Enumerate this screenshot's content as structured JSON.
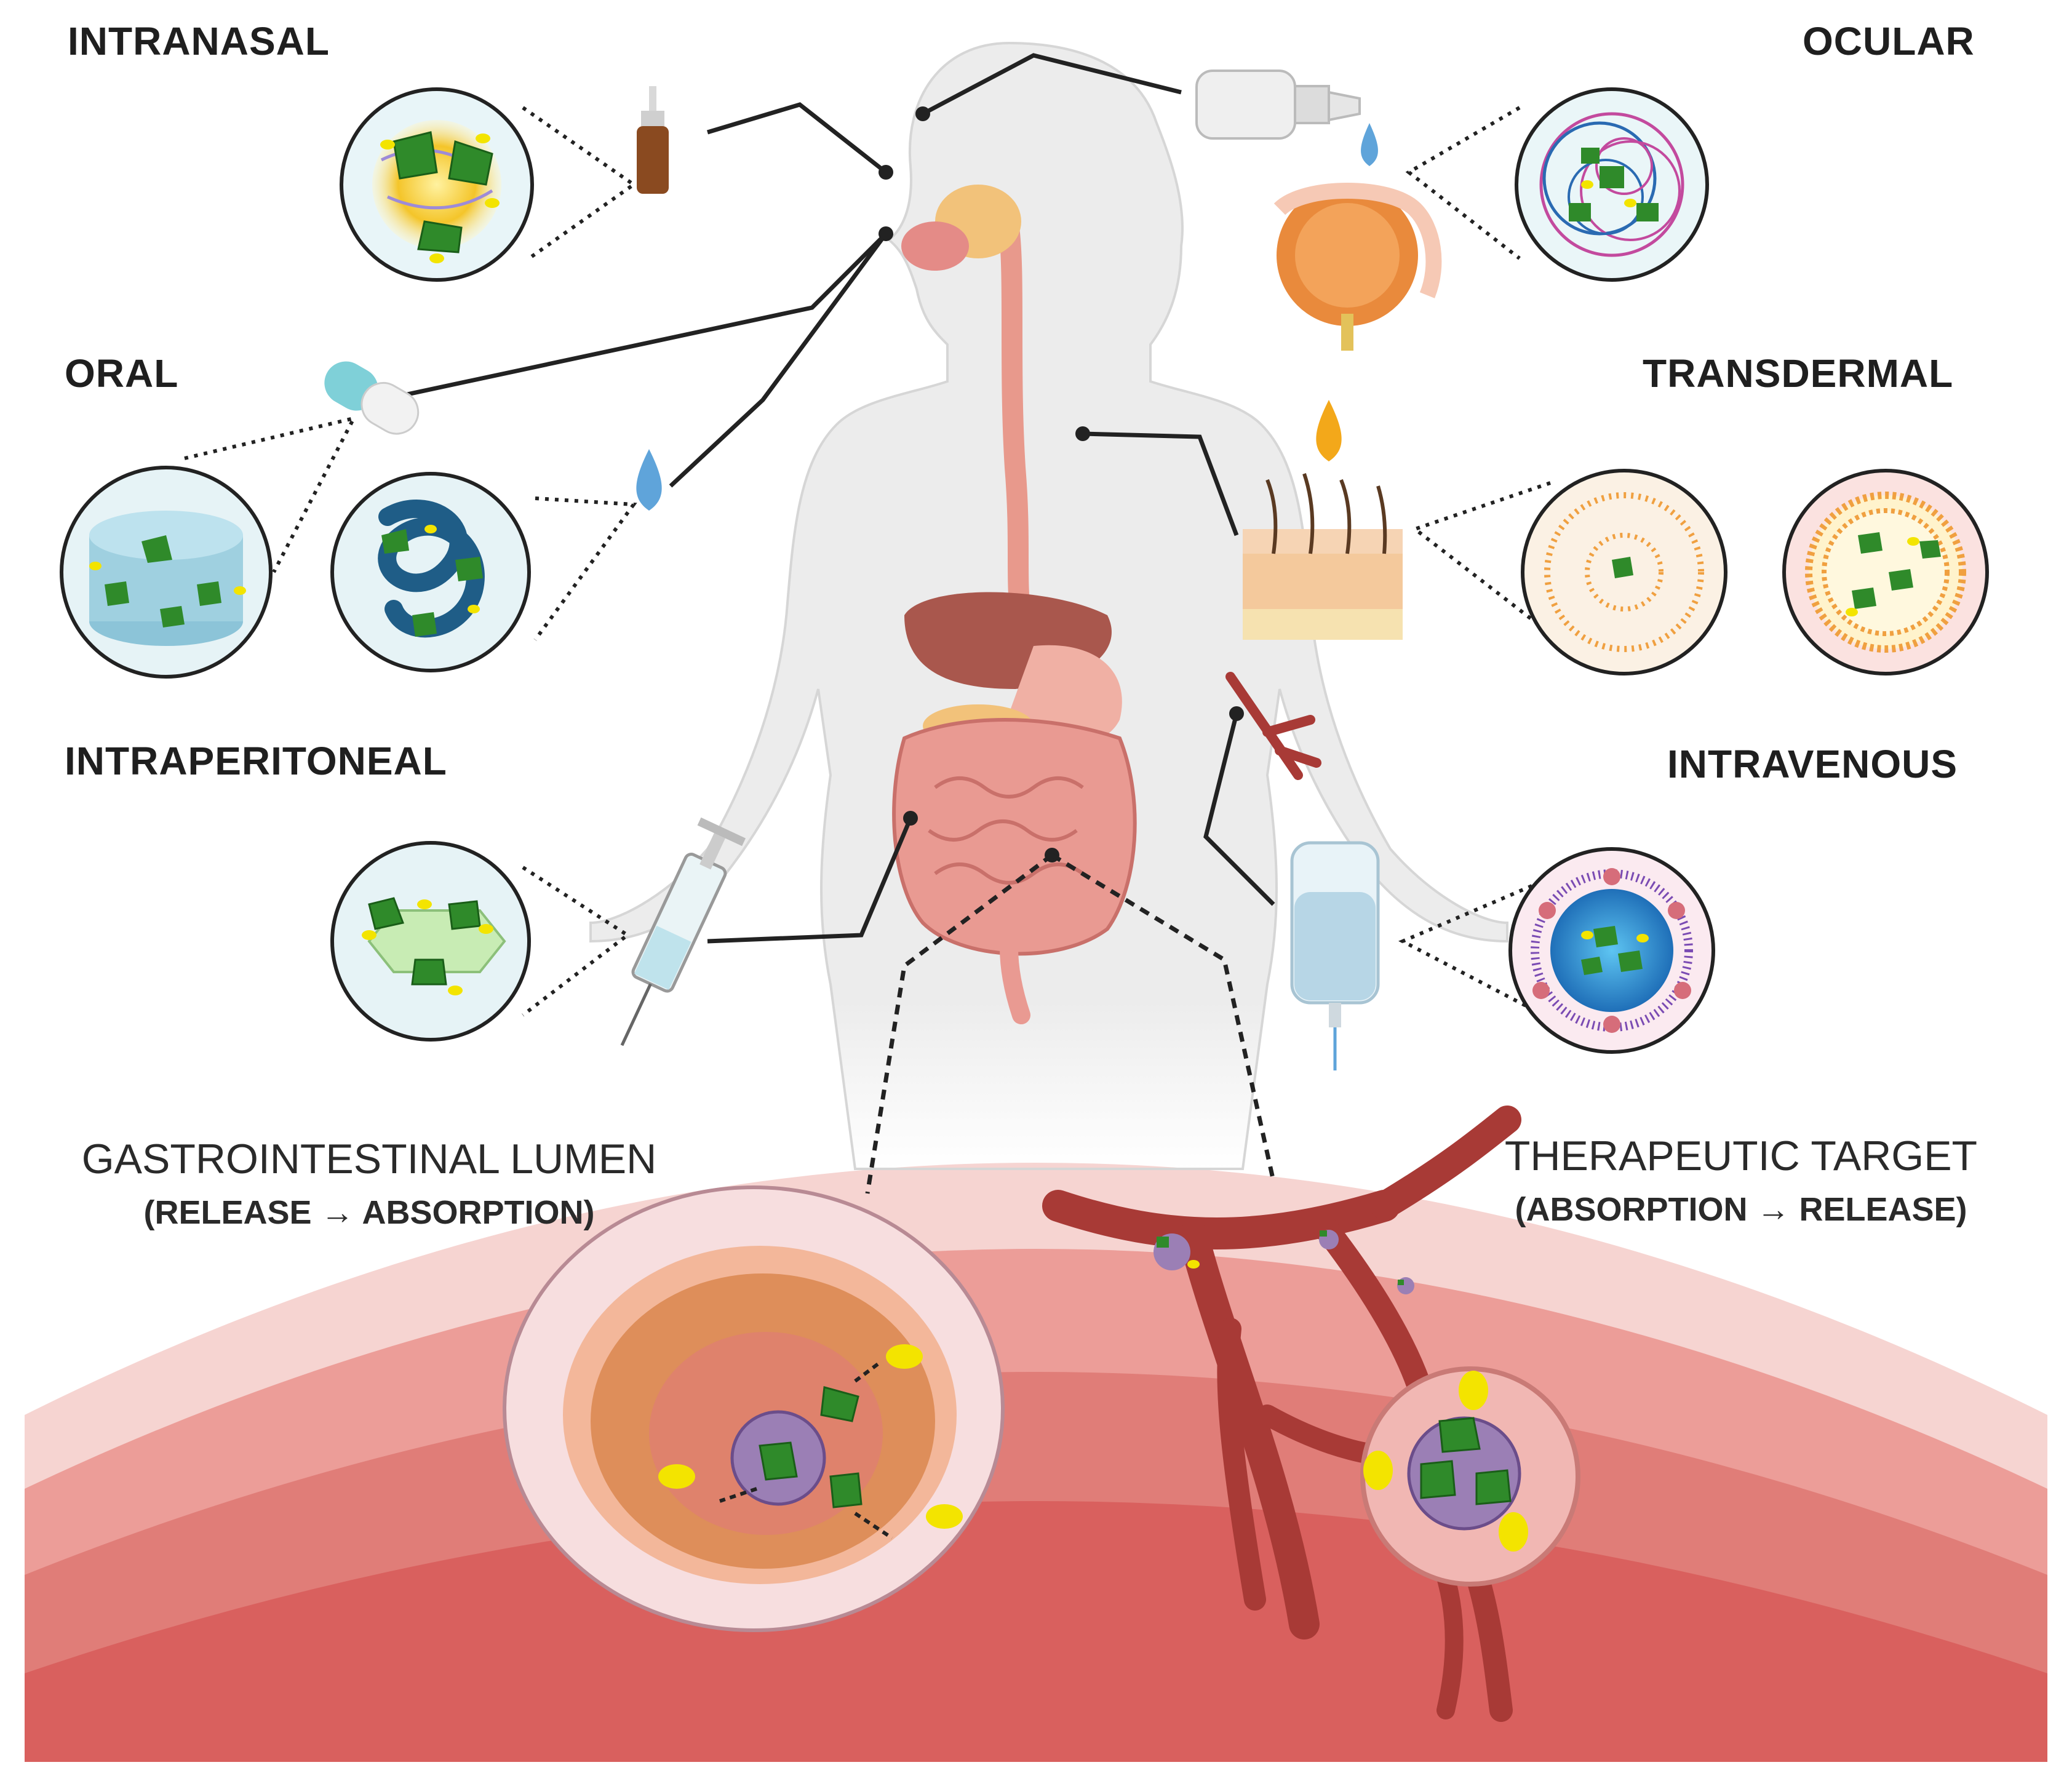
{
  "routes": {
    "intranasal": "INTRANASAL",
    "ocular": "OCULAR",
    "oral": "ORAL",
    "transdermal": "TRANSDERMAL",
    "intraperitoneal": "INTRAPERITONEAL",
    "intravenous": "INTRAVENOUS"
  },
  "lower": {
    "gi_title": "GASTROINTESTINAL LUMEN",
    "gi_sub": "(RELEASE → ABSORPTION)",
    "target_title": "THERAPEUTIC TARGET",
    "target_sub": "(ABSORPTION → RELEASE)"
  },
  "colors": {
    "body": "#ececec",
    "tissue_dark": "#d9605e",
    "tissue_light": "#f1b7b3",
    "vessel": "#a83a36",
    "drug": "#2f8a2a",
    "payload": "#f3e400",
    "drop": "#5fa4da"
  },
  "icons": [
    "nasal-spray-icon",
    "eye-drop-bottle-icon",
    "capsule-icon",
    "water-drop-icon",
    "skin-section-icon",
    "syringe-icon",
    "iv-bag-icon",
    "eye-icon",
    "blood-vessel-icon"
  ]
}
